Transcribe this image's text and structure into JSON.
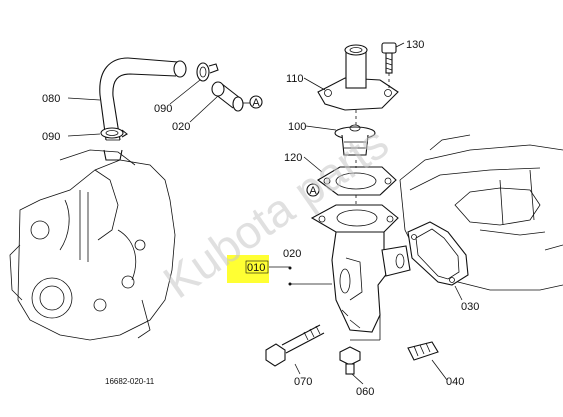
{
  "diagram": {
    "parts": [
      {
        "id": "p080",
        "label": "080"
      },
      {
        "id": "p090a",
        "label": "090"
      },
      {
        "id": "p090b",
        "label": "090"
      },
      {
        "id": "p020a",
        "label": "020"
      },
      {
        "id": "p110",
        "label": "110"
      },
      {
        "id": "p130",
        "label": "130"
      },
      {
        "id": "p100",
        "label": "100"
      },
      {
        "id": "p120",
        "label": "120"
      },
      {
        "id": "p020b",
        "label": "020"
      },
      {
        "id": "p010",
        "label": "010"
      },
      {
        "id": "p030",
        "label": "030"
      },
      {
        "id": "p070",
        "label": "070"
      },
      {
        "id": "p060",
        "label": "060"
      },
      {
        "id": "p040",
        "label": "040"
      }
    ],
    "markers": [
      {
        "id": "mA1",
        "label": "A"
      },
      {
        "id": "mA2",
        "label": "A"
      }
    ],
    "figure_code": "16682-020-11",
    "watermark": "Kubota parts",
    "highlight_color": "#ffff33"
  }
}
